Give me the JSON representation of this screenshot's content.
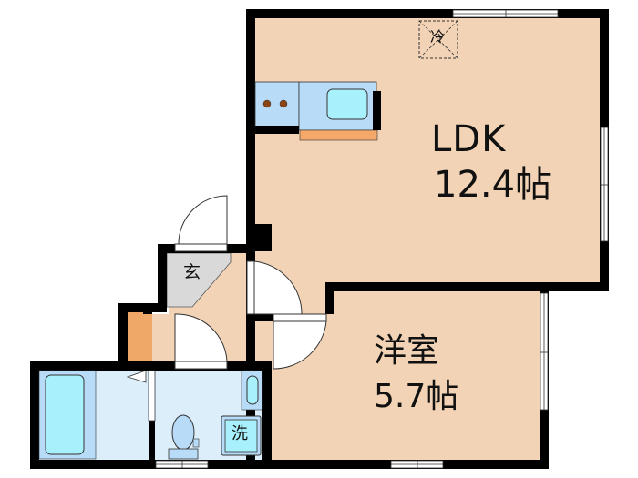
{
  "floorplan": {
    "colors": {
      "room_floor": "#f2d3b5",
      "wall": "#000000",
      "wet_area": "#dceefa",
      "fixture_blue": "#a8e6f8",
      "entrance_gray": "#d9d9d9",
      "storage_orange": "#f0a868",
      "counter_orange": "#f4a96a",
      "stove_burner": "#8b4513"
    },
    "rooms": [
      {
        "id": "ldk",
        "name": "LDK",
        "size": "12.4帖"
      },
      {
        "id": "western_room",
        "name": "洋室",
        "size": "5.7帖"
      },
      {
        "id": "entrance",
        "name": "玄"
      },
      {
        "id": "washer_space",
        "name": "洗"
      }
    ],
    "fixtures": {
      "refrigerator": "冷",
      "kitchen": "kitchen-counter-with-sink-and-two-burner-stove",
      "bathtub": "unit-bath-tub",
      "toilet": "toilet",
      "washbasin": "wash-basin"
    }
  }
}
